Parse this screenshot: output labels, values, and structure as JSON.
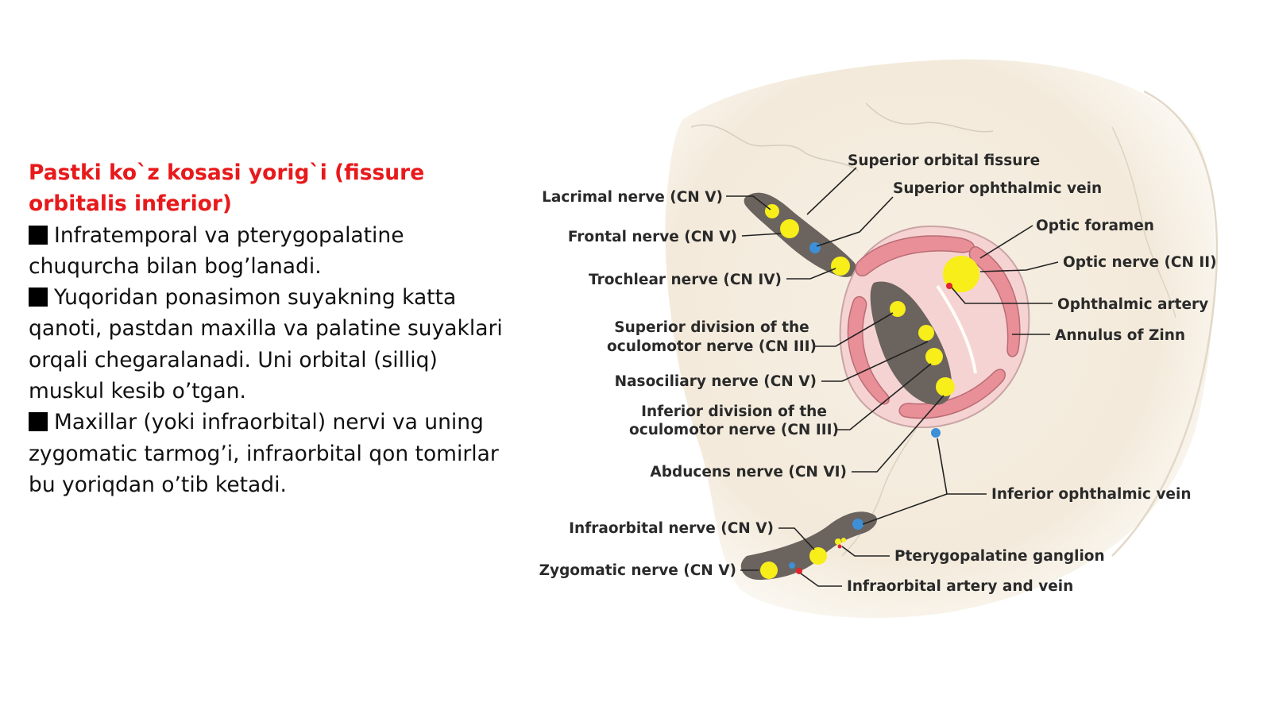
{
  "text": {
    "heading": "Pastki ko`z kosasi yorig`i (fissure orbitalis inferior)",
    "bullets": [
      "Infratemporal va pterygopalatine chuqurcha bilan bog’lanadi.",
      "Yuqoridan ponasimon suyakning katta qanoti, pastdan maxilla va palatine suyaklari orqali chegaralanadi. Uni orbital (silliq) muskul kesib o’tgan.",
      "Maxillar (yoki infraorbital) nervi va uning zygomatic tarmog’i, infraorbital qon tomirlar bu yoriqdan o’tib ketadi."
    ]
  },
  "diagram": {
    "labels": {
      "superior_orbital_fissure": "Superior orbital fissure",
      "superior_ophthalmic_vein": "Superior ophthalmic vein",
      "lacrimal_nerve": "Lacrimal nerve (CN V)",
      "frontal_nerve": "Frontal nerve (CN V)",
      "trochlear_nerve": "Trochlear nerve (CN IV)",
      "optic_foramen": "Optic foramen",
      "optic_nerve": "Optic nerve (CN II)",
      "ophthalmic_artery": "Ophthalmic artery",
      "annulus_of_zinn": "Annulus of Zinn",
      "superior_division_1": "Superior division of the",
      "superior_division_2": "oculomotor nerve (CN III)",
      "nasociliary_nerve": "Nasociliary nerve (CN V)",
      "inferior_division_1": "Inferior division of the",
      "inferior_division_2": "oculomotor nerve (CN III)",
      "abducens_nerve": "Abducens nerve (CN VI)",
      "inferior_ophthalmic_vein": "Inferior ophthalmic vein",
      "infraorbital_nerve": "Infraorbital nerve (CN V)",
      "pterygopalatine_ganglion": "Pterygopalatine ganglion",
      "zygomatic_nerve": "Zygomatic nerve (CN V)",
      "infraorbital_artery_vein": "Infraorbital artery and vein"
    },
    "colors": {
      "bone": "#f4ecdf",
      "fissure": "#6b635e",
      "muscle": "#e88f97",
      "nerve": "#f7ee1a",
      "vein": "#3d8fd8",
      "artery": "#e0262c"
    }
  }
}
